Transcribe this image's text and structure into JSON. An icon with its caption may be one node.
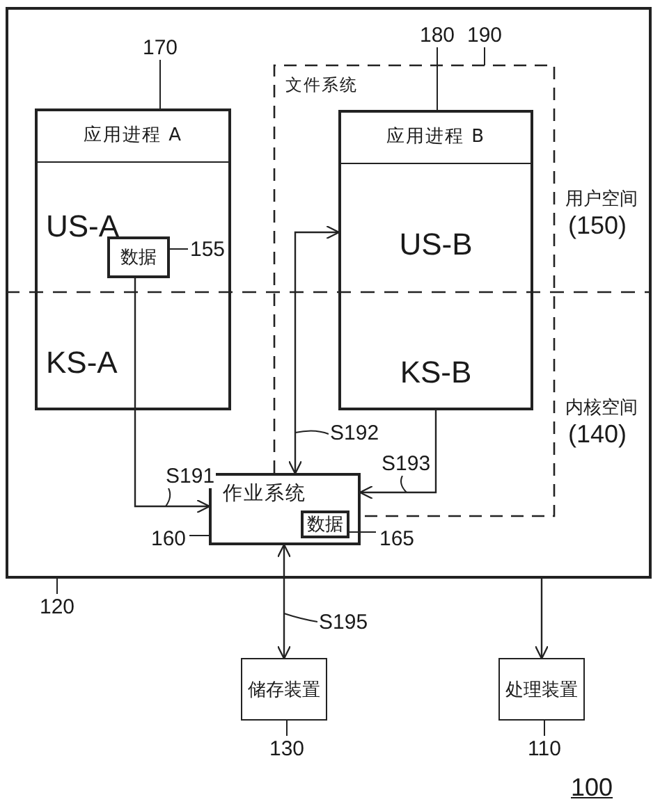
{
  "diagram": {
    "nodes": [
      {
        "text": [],
        "shape": "box"
      },
      {
        "text": [
          "应用进程 A",
          "US-A",
          "KS-A"
        ],
        "in": 0
      },
      {
        "text": [
          "数据"
        ],
        "in": 1
      },
      {
        "text": [
          "文件系统"
        ],
        "in": 0
      },
      {
        "text": [
          "应用进程 B",
          "US-B",
          "KS-B"
        ],
        "in": 3
      },
      {
        "text": [
          "作业系统"
        ],
        "in": 0
      },
      {
        "text": [
          "数据"
        ],
        "in": 5
      },
      {
        "text": [
          "储存装置"
        ]
      },
      {
        "text": [
          "处理装置"
        ]
      },
      {
        "text": [
          "170"
        ],
        "in": 0
      },
      {
        "text": [
          "180"
        ],
        "in": 0
      },
      {
        "text": [
          "190"
        ],
        "in": 0
      },
      {
        "text": [
          "155"
        ],
        "in": 1
      },
      {
        "text": [
          "160"
        ],
        "in": 0
      },
      {
        "text": [
          "165"
        ],
        "in": 0
      },
      {
        "text": [
          "120"
        ]
      },
      {
        "text": [
          "130"
        ]
      },
      {
        "text": [
          "110"
        ]
      }
    ],
    "edges": [
      {
        "from": 2,
        "to": 5,
        "arrow": "to",
        "label": "S191"
      },
      {
        "from": 5,
        "to": 4,
        "arrow": "both",
        "label": "S192"
      },
      {
        "from": 4,
        "to": 5,
        "arrow": "to",
        "label": "S193"
      },
      {
        "from": 5,
        "to": 7,
        "arrow": "both",
        "label": "S195"
      },
      {
        "from": 0,
        "to": 8,
        "arrow": "to"
      },
      {
        "from": 9,
        "to": 1,
        "arrow": "none"
      },
      {
        "from": 10,
        "to": 4,
        "arrow": "none"
      },
      {
        "from": 11,
        "to": 3,
        "arrow": "none"
      },
      {
        "from": 12,
        "to": 2,
        "arrow": "none"
      },
      {
        "from": 13,
        "to": 5,
        "arrow": "none"
      },
      {
        "from": 14,
        "to": 6,
        "arrow": "none"
      },
      {
        "from": 15,
        "to": 0,
        "arrow": "none"
      },
      {
        "from": 16,
        "to": 7,
        "arrow": "none"
      },
      {
        "from": 17,
        "to": 8,
        "arrow": "none"
      }
    ],
    "labels": [
      "用户空间",
      "(150)",
      "内核空间",
      "(140)",
      "100"
    ]
  }
}
